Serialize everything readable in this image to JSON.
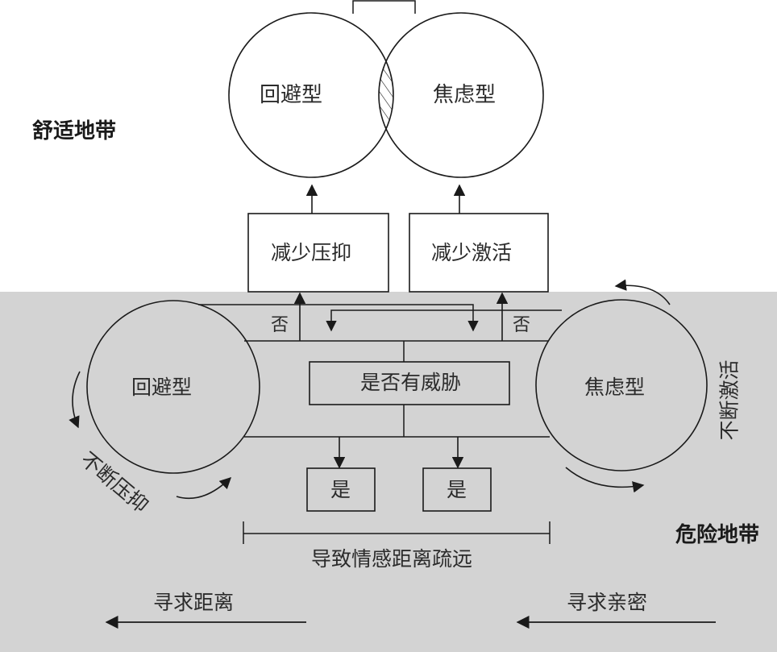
{
  "zones": {
    "comfort": "舒适地带",
    "danger": "危险地带"
  },
  "top_venn": {
    "left_circle": "回避型",
    "right_circle": "焦虑型"
  },
  "boxes": {
    "reduce_suppression": "减少压抑",
    "reduce_activation": "减少激活",
    "threat_question": "是否有威胁",
    "yes_left": "是",
    "yes_right": "是"
  },
  "branch_labels": {
    "no_left": "否",
    "no_right": "否"
  },
  "bottom_circles": {
    "left": "回避型",
    "right": "焦虑型"
  },
  "cycle_labels": {
    "left": "不断压抑",
    "right": "不断激活"
  },
  "distance_bracket": "导致情感距离疏远",
  "direction_arrows": {
    "left": "寻求距离",
    "right": "寻求亲密"
  },
  "colors": {
    "danger_zone": "#d3d3d3",
    "comfort_zone": "#ffffff",
    "stroke": "#1a1a1a"
  }
}
